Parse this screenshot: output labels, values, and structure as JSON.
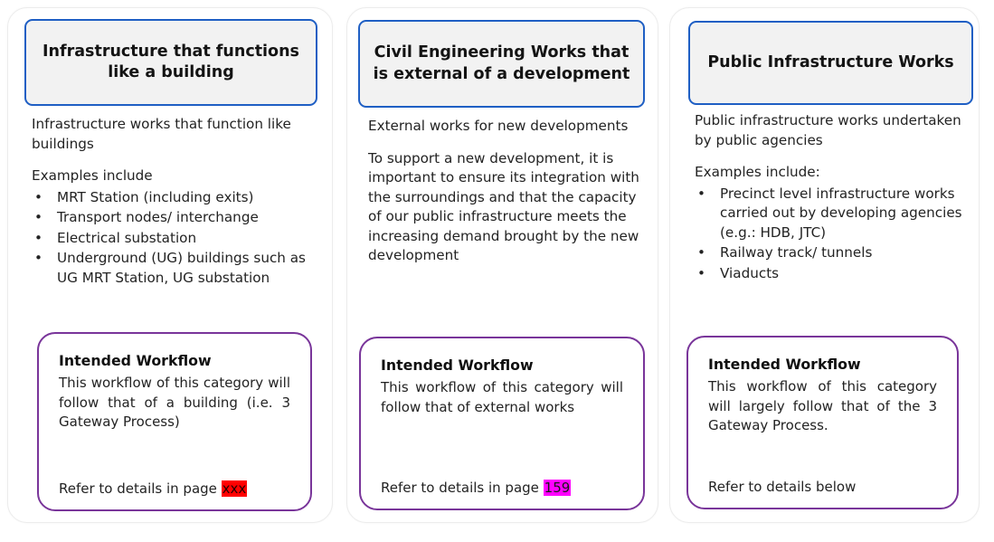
{
  "cards": [
    {
      "id": "infrastructure-like-building",
      "header": "Infrastructure that functions like a building",
      "intro": "Infrastructure works that function like buildings",
      "examples_label": "Examples include",
      "bullets": [
        "MRT Station (including exits)",
        "Transport nodes/ interchange",
        "Electrical substation",
        "Underground (UG) buildings such as UG MRT Station, UG substation"
      ],
      "workflow": {
        "title": "Intended Workflow",
        "text": "This workflow of this category will follow that of a building (i.e. 3 Gateway Process)",
        "refer_prefix": "Refer to details in page ",
        "refer_value": "xxx",
        "refer_highlight": "#ff0000"
      }
    },
    {
      "id": "civil-engineering-external",
      "header": "Civil Engineering Works that is external of a development",
      "intro": "External works for new developments",
      "paragraph": "To support a new development, it is important to ensure its integration with the surroundings and that the capacity of our public infrastructure  meets the increasing demand brought by the new development",
      "workflow": {
        "title": "Intended Workflow",
        "text": "This workflow of this category will follow that of external works",
        "refer_prefix": "Refer to details in page ",
        "refer_value": "159",
        "refer_highlight": "#ff00ff"
      }
    },
    {
      "id": "public-infrastructure-works",
      "header": "Public Infrastructure Works",
      "intro": "Public infrastructure works undertaken by public agencies",
      "examples_label": "Examples include:",
      "bullets": [
        "Precinct level infrastructure works carried out by developing agencies  (e.g.: HDB, JTC)",
        "Railway track/ tunnels",
        "Viaducts"
      ],
      "workflow": {
        "title": "Intended Workflow",
        "text": "This workflow of this category will largely follow that of the 3 Gateway Process.",
        "refer_prefix": "Refer to details below",
        "refer_value": "",
        "refer_highlight": ""
      }
    }
  ],
  "bullet_glyph": "•",
  "colors": {
    "header_border": "#1f5fc4",
    "header_fill": "#f2f2f2",
    "workflow_border": "#79359a",
    "card_border": "#ececec",
    "page_background": "#ffffff",
    "text": "#232323"
  }
}
